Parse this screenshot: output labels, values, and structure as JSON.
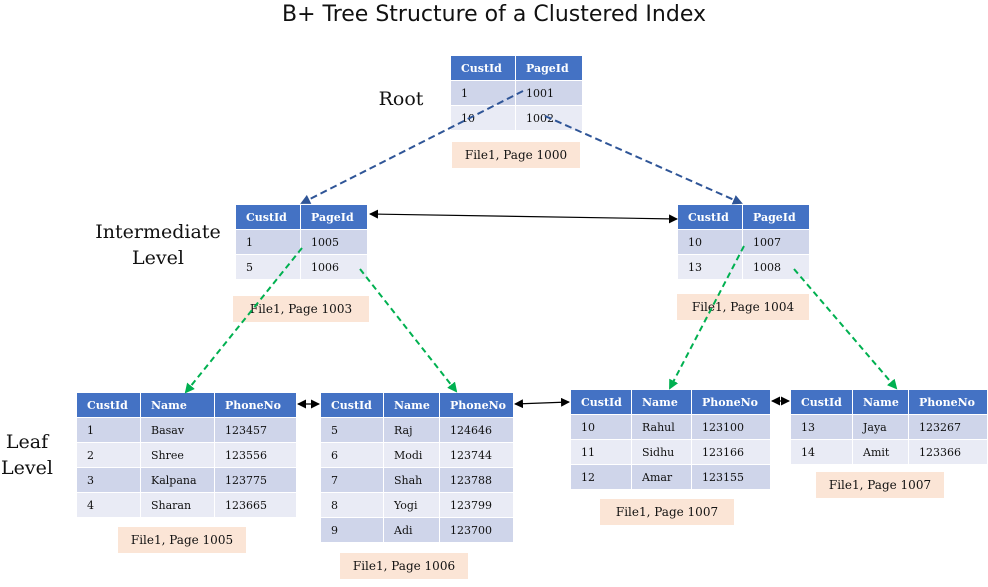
{
  "title": "B+ Tree Structure of a Clustered Index",
  "levels": {
    "root": "Root",
    "intermediate_line1": "Intermediate",
    "intermediate_line2": "Level",
    "leaf_line1": "Leaf",
    "leaf_line2": "Level"
  },
  "nodes": {
    "root": {
      "headers": [
        "CustId",
        "PageId"
      ],
      "rows": [
        [
          "1",
          "1001"
        ],
        [
          "10",
          "1002"
        ]
      ],
      "label": "File1, Page 1000"
    },
    "int_left": {
      "headers": [
        "CustId",
        "PageId"
      ],
      "rows": [
        [
          "1",
          "1005"
        ],
        [
          "5",
          "1006"
        ]
      ],
      "label": "File1, Page 1003"
    },
    "int_right": {
      "headers": [
        "CustId",
        "PageId"
      ],
      "rows": [
        [
          "10",
          "1007"
        ],
        [
          "13",
          "1008"
        ]
      ],
      "label": "File1, Page 1004"
    },
    "leaf1": {
      "headers": [
        "CustId",
        "Name",
        "PhoneNo"
      ],
      "rows": [
        [
          "1",
          "Basav",
          "123457"
        ],
        [
          "2",
          "Shree",
          "123556"
        ],
        [
          "3",
          "Kalpana",
          "123775"
        ],
        [
          "4",
          "Sharan",
          "123665"
        ]
      ],
      "label": "File1, Page 1005"
    },
    "leaf2": {
      "headers": [
        "CustId",
        "Name",
        "PhoneNo"
      ],
      "rows": [
        [
          "5",
          "Raj",
          "124646"
        ],
        [
          "6",
          "Modi",
          "123744"
        ],
        [
          "7",
          "Shah",
          "123788"
        ],
        [
          "8",
          "Yogi",
          "123799"
        ],
        [
          "9",
          "Adi",
          "123700"
        ]
      ],
      "label": "File1, Page 1006"
    },
    "leaf3": {
      "headers": [
        "CustId",
        "Name",
        "PhoneNo"
      ],
      "rows": [
        [
          "10",
          "Rahul",
          "123100"
        ],
        [
          "11",
          "Sidhu",
          "123166"
        ],
        [
          "12",
          "Amar",
          "123155"
        ]
      ],
      "label": "File1, Page 1007"
    },
    "leaf4": {
      "headers": [
        "CustId",
        "Name",
        "PhoneNo"
      ],
      "rows": [
        [
          "13",
          "Jaya",
          "123267"
        ],
        [
          "14",
          "Amit",
          "123366"
        ]
      ],
      "label": "File1, Page 1007"
    }
  },
  "colors": {
    "header": "#4472c4",
    "row_dark": "#cfd5ea",
    "row_light": "#e9ebf5",
    "page_label": "#fbe5d6",
    "root_pointer": "#2f5597",
    "intermediate_pointer": "#00b050",
    "sibling_link": "#000000"
  }
}
